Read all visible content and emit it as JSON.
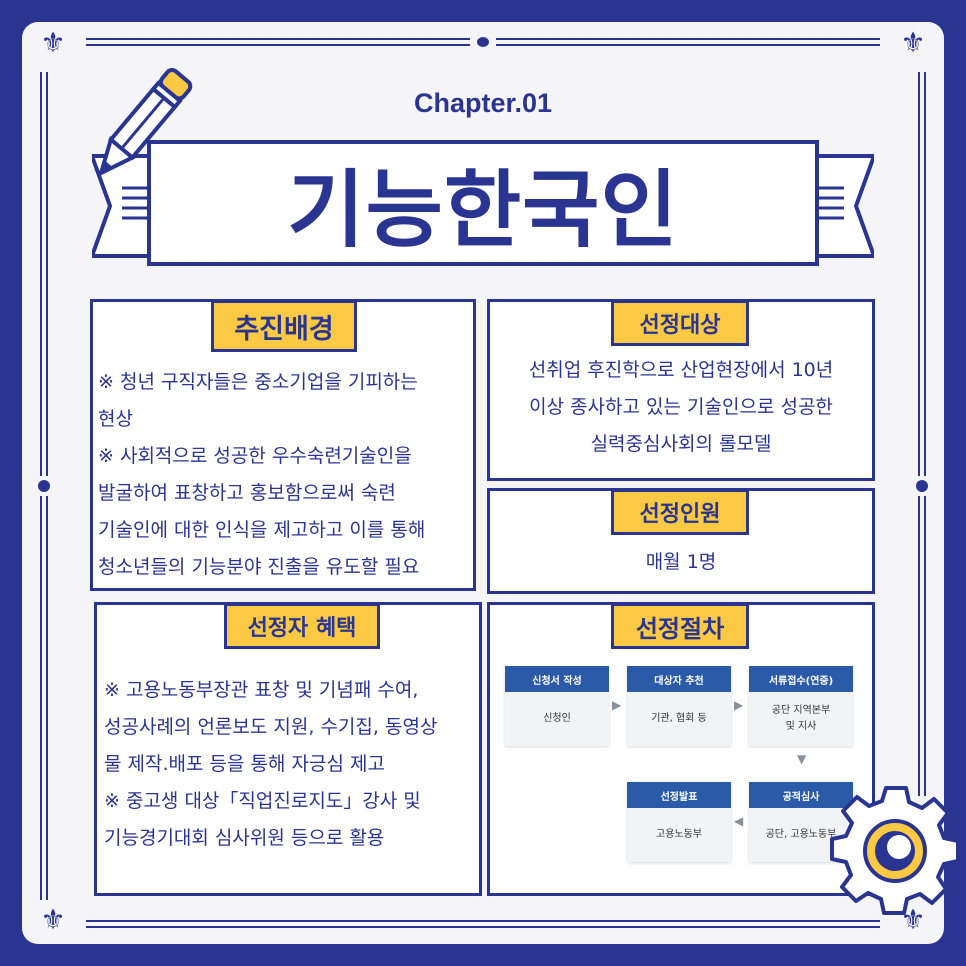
{
  "header": {
    "chapter": "Chapter.01",
    "title": "기능한국인"
  },
  "background": {
    "tag": "추진배경",
    "lines": [
      "※ 청년 구직자들은 중소기업을 기피하는",
      "현상",
      "※ 사회적으로 성공한 우수숙련기술인을",
      "발굴하여 표창하고 홍보함으로써 숙련",
      "기술인에 대한 인식을 제고하고 이를 통해",
      "청소년들의 기능분야 진출을 유도할 필요"
    ]
  },
  "target": {
    "tag": "선정대상",
    "lines": [
      "선취업 후진학으로 산업현장에서 10년",
      "이상 종사하고 있는 기술인으로 성공한",
      "실력중심사회의 롤모델"
    ]
  },
  "count": {
    "tag": "선정인원",
    "text": "매월 1명"
  },
  "benefit": {
    "tag": "선정자 혜택",
    "lines": [
      "※ 고용노동부장관 표창 및 기념패 수여,",
      "성공사례의 언론보도 지원, 수기집, 동영상",
      "물 제작.배포 등을 통해 자긍심 제고",
      "※ 중고생 대상「직업진로지도」강사 및",
      "기능경기대회 심사위원 등으로 활용"
    ]
  },
  "procedure": {
    "tag": "선정절차",
    "steps": [
      {
        "head": "신청서 작성",
        "body": "신청인"
      },
      {
        "head": "대상자 추천",
        "body": "기관, 협회 등"
      },
      {
        "head": "서류접수(연중)",
        "body1": "공단 지역본부",
        "body2": "및 지사"
      },
      {
        "head": "공적심사",
        "body": "공단, 고용노동부"
      },
      {
        "head": "선정발표",
        "body": "고용노동부"
      }
    ]
  },
  "colors": {
    "navy": "#2a3592",
    "yellow": "#fbc943",
    "step_head": "#2a5aa8"
  },
  "icons": [
    "fleur-de-lis-icon",
    "pencil-icon",
    "gear-icon"
  ]
}
